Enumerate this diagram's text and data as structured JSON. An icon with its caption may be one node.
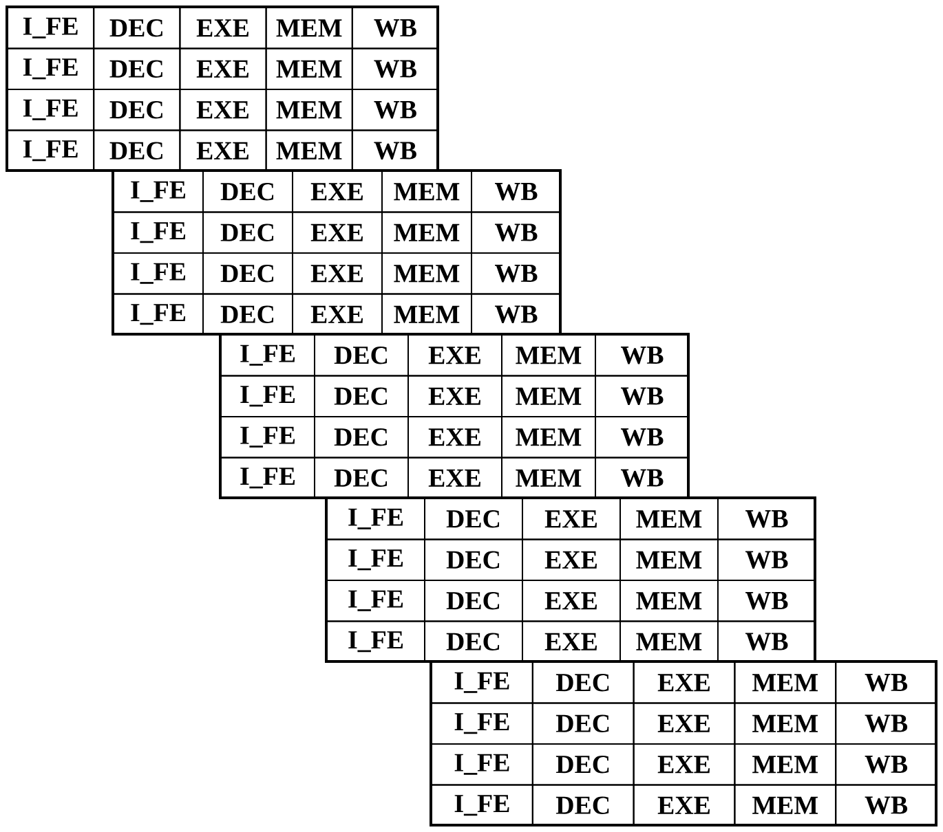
{
  "diagram": {
    "labels": [
      "I_FE",
      "DEC",
      "EXE",
      "MEM",
      "WB",
      "I_FE",
      "DEC",
      "EXE",
      "MEM",
      "WB",
      "I_FE",
      "DEC",
      "EXE",
      "MEM",
      "WB",
      "I_FE",
      "DEC",
      "EXE",
      "MEM",
      "WB",
      "I_FE",
      "DEC",
      "EXE",
      "MEM",
      "WB",
      "I_FE",
      "DEC",
      "EXE",
      "MEM",
      "WB",
      "I_FE",
      "DEC",
      "EXE",
      "MEM",
      "WB",
      "I_FE",
      "DEC",
      "EXE",
      "MEM",
      "WB",
      "I_FE",
      "DEC",
      "EXE",
      "MEM",
      "WB",
      "I_FE",
      "DEC",
      "EXE",
      "MEM",
      "WB",
      "I_FE",
      "DEC",
      "EXE",
      "MEM",
      "WB",
      "I_FE",
      "DEC",
      "EXE",
      "MEM",
      "WB",
      "I_FE",
      "DEC",
      "EXE",
      "MEM",
      "WB",
      "I_FE",
      "DEC",
      "EXE",
      "MEM",
      "WB",
      "I_FE",
      "DEC",
      "EXE",
      "MEM",
      "WB",
      "I_FE",
      "DEC",
      "EXE",
      "MEM",
      "WB",
      "I_FE",
      "DEC",
      "EXE",
      "MEM",
      "WB",
      "I_FE",
      "DEC",
      "EXE",
      "MEM",
      "WB",
      "I_FE",
      "DEC",
      "EXE",
      "MEM",
      "WB",
      "I_FE",
      "DEC",
      "EXE",
      "MEM",
      "WB"
    ]
  }
}
